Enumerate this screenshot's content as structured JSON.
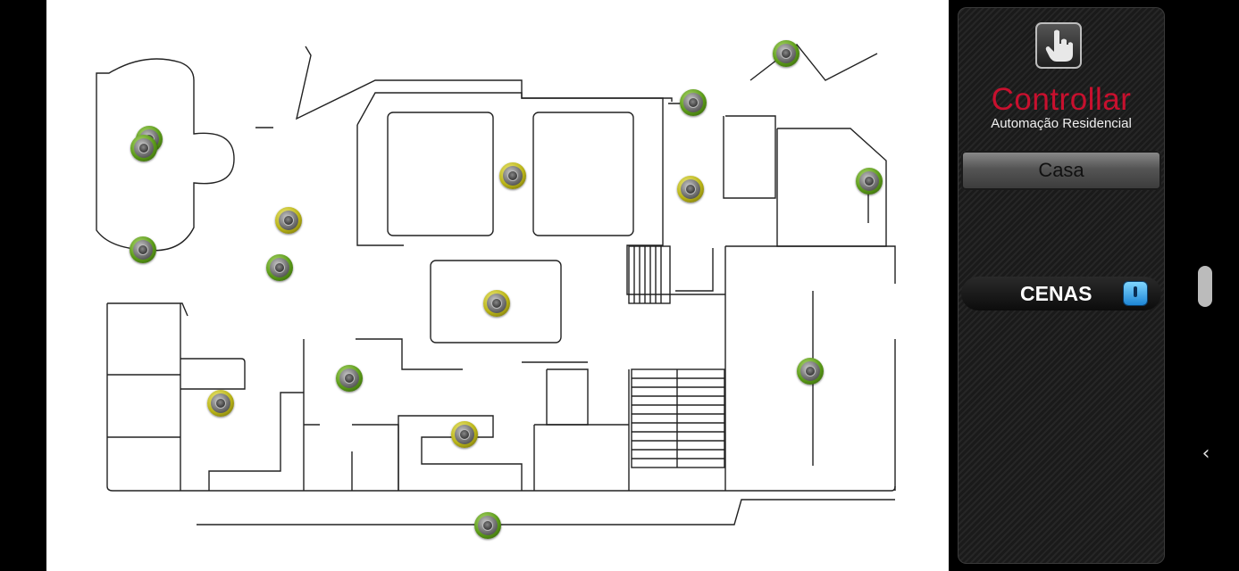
{
  "brand": {
    "name": "Controllar",
    "tagline": "Automação Residencial",
    "logo_icon": "hand-pointer-icon",
    "brand_color": "#c8102e"
  },
  "location_button": {
    "label": "Casa"
  },
  "scenes_button": {
    "label": "CENAS",
    "icon": "scene-toggle-icon"
  },
  "floorplan": {
    "devices": [
      {
        "id": "device-1",
        "status": "green"
      },
      {
        "id": "device-2",
        "status": "green"
      },
      {
        "id": "device-3",
        "status": "green"
      },
      {
        "id": "device-4",
        "status": "green"
      },
      {
        "id": "device-5",
        "status": "green"
      },
      {
        "id": "device-6",
        "status": "yellow"
      },
      {
        "id": "device-7",
        "status": "yellow"
      },
      {
        "id": "device-8",
        "status": "green"
      },
      {
        "id": "device-9",
        "status": "yellow"
      },
      {
        "id": "device-10",
        "status": "green"
      },
      {
        "id": "device-11",
        "status": "yellow"
      },
      {
        "id": "device-12",
        "status": "yellow"
      },
      {
        "id": "device-13",
        "status": "green"
      },
      {
        "id": "device-14",
        "status": "yellow"
      },
      {
        "id": "device-15",
        "status": "green"
      }
    ]
  },
  "system": {
    "back_icon": "chevron-left-icon"
  }
}
